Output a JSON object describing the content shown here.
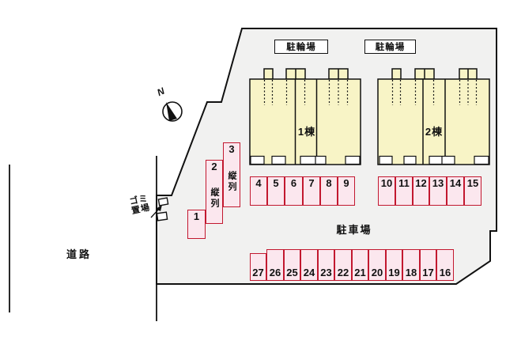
{
  "colors": {
    "site_fill": "#f1f1f0",
    "building_fill": "#f8f4c6",
    "parking_fill": "#fbe7ee",
    "parking_border": "#c2182f",
    "line": "#111111"
  },
  "compass": {
    "north_label": "N"
  },
  "road": {
    "label": "道路"
  },
  "garbage": {
    "label_line1": "ゴミ",
    "label_line2": "置場"
  },
  "bicycle_parking": {
    "left_label": "駐輪場",
    "right_label": "駐輪場"
  },
  "buildings": {
    "building1_label": "1棟",
    "building2_label": "2棟"
  },
  "parking": {
    "lot_label": "駐車場",
    "tandem_label": "縦列",
    "space_numbers": [
      "1",
      "2",
      "3",
      "4",
      "5",
      "6",
      "7",
      "8",
      "9",
      "10",
      "11",
      "12",
      "13",
      "14",
      "15",
      "16",
      "17",
      "18",
      "19",
      "20",
      "21",
      "22",
      "23",
      "24",
      "25",
      "26",
      "27"
    ]
  }
}
